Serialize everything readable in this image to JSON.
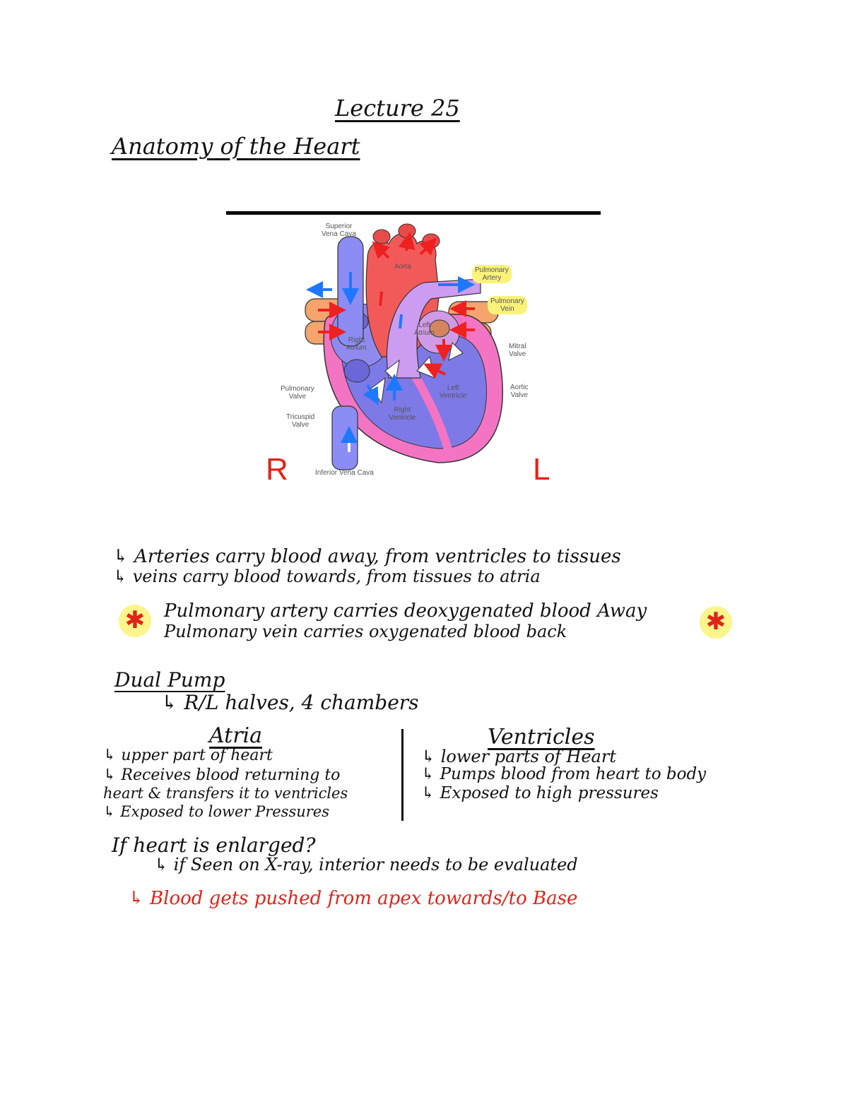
{
  "lecture_title": "Lecture 25",
  "section_title": "Anatomy of the Heart",
  "diagram": {
    "labels": {
      "superior_vena_cava": "Superior\nVena Cava",
      "aorta": "Aorta",
      "pulmonary_artery": "Pulmonary\nArtery",
      "pulmonary_vein": "Pulmonary\nVein",
      "left_atrium": "Left\nAtrium",
      "right_atrium": "Right\nAtrium",
      "mitral_valve": "Mitral\nValve",
      "aortic_valve": "Aortic\nValve",
      "pulmonary_valve": "Pulmonary\nValve",
      "tricuspid_valve": "Tricuspid\nValve",
      "left_ventricle": "Left\nVentricle",
      "right_ventricle": "Right\nVentricle",
      "inferior_vena_cava": "Inferior Vena Cava"
    },
    "side_right": "R",
    "side_left": "L"
  },
  "notes": {
    "arteries": "↳ Arteries carry blood away, from ventricles to tissues",
    "veins": "↳ veins carry blood towards, from tissues to atria",
    "pulm_artery": "Pulmonary artery carries deoxygenated blood Away",
    "pulm_vein": "Pulmonary vein carries oxygenated blood back",
    "star": "✱"
  },
  "dual_pump": {
    "title": "Dual Pump",
    "line": "↳ R/L halves, 4 chambers"
  },
  "atria": {
    "title": "Atria",
    "items": [
      "↳ upper part of heart",
      "↳ Receives blood returning to",
      "heart & transfers it to ventricles",
      "↳ Exposed to lower Pressures"
    ]
  },
  "ventricles": {
    "title": "Ventricles",
    "items": [
      "↳ lower parts of Heart",
      "↳ Pumps blood from heart to body",
      "↳ Exposed to high pressures"
    ]
  },
  "enlarged": {
    "question": "If heart is enlarged?",
    "line1": "↳ if Seen on X-ray, interior needs to be evaluated",
    "line2": "↳ Blood gets pushed from apex towards/to Base"
  }
}
